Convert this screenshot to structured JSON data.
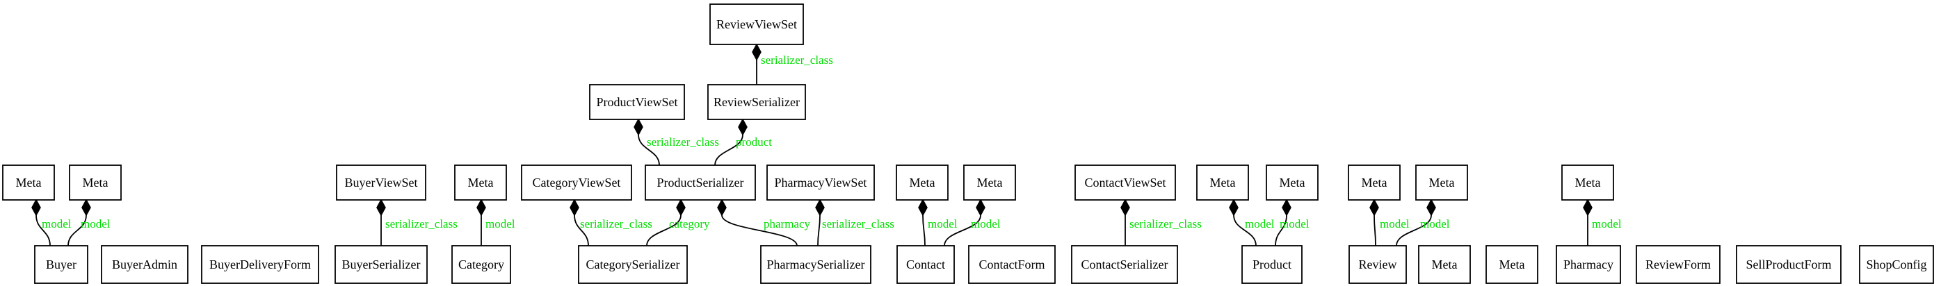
{
  "colors": {
    "edge_label": "#00dd00",
    "stroke": "#000000",
    "fill": "#ffffff"
  },
  "nodes": [
    {
      "id": "reviewviewset",
      "label": "ReviewViewSet"
    },
    {
      "id": "reviewserializer",
      "label": "ReviewSerializer"
    },
    {
      "id": "productviewset",
      "label": "ProductViewSet"
    },
    {
      "id": "meta_buyer",
      "label": "Meta"
    },
    {
      "id": "meta_buyer_2",
      "label": "Meta"
    },
    {
      "id": "buyerviewset",
      "label": "BuyerViewSet"
    },
    {
      "id": "meta_category",
      "label": "Meta"
    },
    {
      "id": "categoryviewset",
      "label": "CategoryViewSet"
    },
    {
      "id": "productserializer",
      "label": "ProductSerializer"
    },
    {
      "id": "pharmacyviewset",
      "label": "PharmacyViewSet"
    },
    {
      "id": "meta_contact",
      "label": "Meta"
    },
    {
      "id": "meta_contact_2",
      "label": "Meta"
    },
    {
      "id": "contactviewset",
      "label": "ContactViewSet"
    },
    {
      "id": "meta_product",
      "label": "Meta"
    },
    {
      "id": "meta_product_2",
      "label": "Meta"
    },
    {
      "id": "meta_review",
      "label": "Meta"
    },
    {
      "id": "meta_review_2",
      "label": "Meta"
    },
    {
      "id": "meta_pharmacy",
      "label": "Meta"
    },
    {
      "id": "buyer",
      "label": "Buyer"
    },
    {
      "id": "buyeradmin",
      "label": "BuyerAdmin"
    },
    {
      "id": "buyerdeliveryform",
      "label": "BuyerDeliveryForm"
    },
    {
      "id": "buyerserializer",
      "label": "BuyerSerializer"
    },
    {
      "id": "category",
      "label": "Category"
    },
    {
      "id": "categoryserializer",
      "label": "CategorySerializer"
    },
    {
      "id": "pharmacyserializer",
      "label": "PharmacySerializer"
    },
    {
      "id": "contact",
      "label": "Contact"
    },
    {
      "id": "contactform",
      "label": "ContactForm"
    },
    {
      "id": "contactserializer",
      "label": "ContactSerializer"
    },
    {
      "id": "product",
      "label": "Product"
    },
    {
      "id": "review",
      "label": "Review"
    },
    {
      "id": "meta_standalone_1",
      "label": "Meta"
    },
    {
      "id": "meta_standalone_2",
      "label": "Meta"
    },
    {
      "id": "pharmacy",
      "label": "Pharmacy"
    },
    {
      "id": "reviewform",
      "label": "ReviewForm"
    },
    {
      "id": "sellproductform",
      "label": "SellProductForm"
    },
    {
      "id": "shopconfig",
      "label": "ShopConfig"
    }
  ],
  "edges": [
    {
      "from": "reviewviewset",
      "to": "reviewserializer",
      "label": "serializer_class"
    },
    {
      "from": "productviewset",
      "to": "productserializer",
      "label": "serializer_class"
    },
    {
      "from": "reviewserializer",
      "to": "productserializer",
      "label": "product"
    },
    {
      "from": "meta_buyer",
      "to": "buyer",
      "label": "model"
    },
    {
      "from": "meta_buyer_2",
      "to": "buyer",
      "label": "model"
    },
    {
      "from": "buyerviewset",
      "to": "buyerserializer",
      "label": "serializer_class"
    },
    {
      "from": "meta_category",
      "to": "category",
      "label": "model"
    },
    {
      "from": "categoryviewset",
      "to": "categoryserializer",
      "label": "serializer_class"
    },
    {
      "from": "productserializer",
      "to": "categoryserializer",
      "label": "category"
    },
    {
      "from": "productserializer",
      "to": "pharmacyserializer",
      "label": "pharmacy"
    },
    {
      "from": "pharmacyviewset",
      "to": "pharmacyserializer",
      "label": "serializer_class"
    },
    {
      "from": "meta_contact",
      "to": "contact",
      "label": "model"
    },
    {
      "from": "meta_contact_2",
      "to": "contact",
      "label": "model"
    },
    {
      "from": "contactviewset",
      "to": "contactserializer",
      "label": "serializer_class"
    },
    {
      "from": "meta_product",
      "to": "product",
      "label": "model"
    },
    {
      "from": "meta_product_2",
      "to": "product",
      "label": "model"
    },
    {
      "from": "meta_review",
      "to": "review",
      "label": "model"
    },
    {
      "from": "meta_review_2",
      "to": "review",
      "label": "model"
    },
    {
      "from": "meta_pharmacy",
      "to": "pharmacy",
      "label": "model"
    }
  ]
}
